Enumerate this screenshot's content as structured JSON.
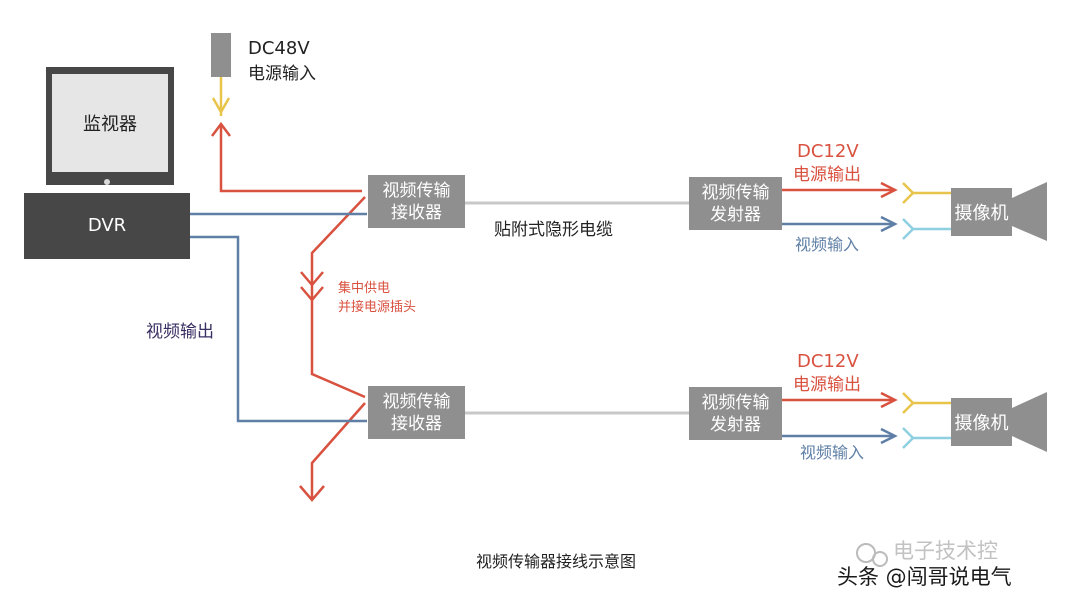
{
  "monitor": {
    "label": "监视器"
  },
  "dvr": {
    "label": "DVR"
  },
  "power_input": {
    "voltage": "DC48V",
    "label": "电源输入"
  },
  "receivers": [
    {
      "label": "视频传输\n接收器"
    },
    {
      "label": "视频传输\n接收器"
    }
  ],
  "transmitters": [
    {
      "label": "视频传输\n发射器"
    },
    {
      "label": "视频传输\n发射器"
    }
  ],
  "cable_label": "贴附式隐形电缆",
  "power_outputs": [
    {
      "voltage": "DC12V",
      "label": "电源输出"
    },
    {
      "voltage": "DC12V",
      "label": "电源输出"
    }
  ],
  "video_inputs": [
    "视频输入",
    "视频输入"
  ],
  "cameras": [
    "摄像机",
    "摄像机"
  ],
  "central_power": "集中供电\n并接电源插头",
  "video_output": "视频输出",
  "caption": "视频传输器接线示意图",
  "watermark": {
    "brand": "电子技术控",
    "author": "头条 @闯哥说电气"
  },
  "colors": {
    "power": "#d9513f",
    "video": "#5f7fa6",
    "cable": "#c8c8c8",
    "dc48": "#e8c44a",
    "camera_video": "#8ecfe0",
    "box": "#8f8f8f",
    "dark": "#474747",
    "video_output_text": "#3a2f63"
  }
}
